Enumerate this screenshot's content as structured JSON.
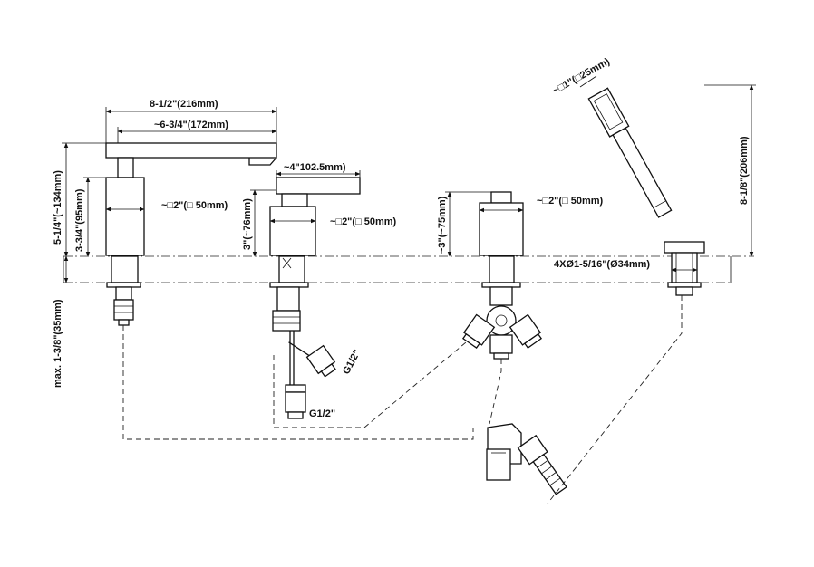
{
  "dimensions": {
    "spout_overall_width": "8-1/2\"(216mm)",
    "spout_inner_width": "~6-3/4\"(172mm)",
    "spout_body_size": "~□2\"(□ 50mm)",
    "spout_total_height": "5-1/4\"(~134mm)",
    "spout_body_height": "3-3/4\"(95mm)",
    "deck_thickness": "max. 1-3/8\"(35mm)",
    "handle_width": "~4\"102.5mm)",
    "handle_height": "3\"(~76mm)",
    "handle_body_size": "~□2\"(□ 50mm)",
    "diverter_height": "~3\"(~75mm)",
    "diverter_body_size": "~□2\"(□ 50mm)",
    "handshower_head_size": "~□1\"(□25mm)",
    "handshower_height": "8-1/8\"(206mm)",
    "hole_spec": "4XØ1-5/16\"(Ø34mm)",
    "thread_side": "G1/2\"",
    "thread_bottom": "G1/2\""
  },
  "colors": {
    "line": "#111111",
    "background": "#ffffff"
  }
}
